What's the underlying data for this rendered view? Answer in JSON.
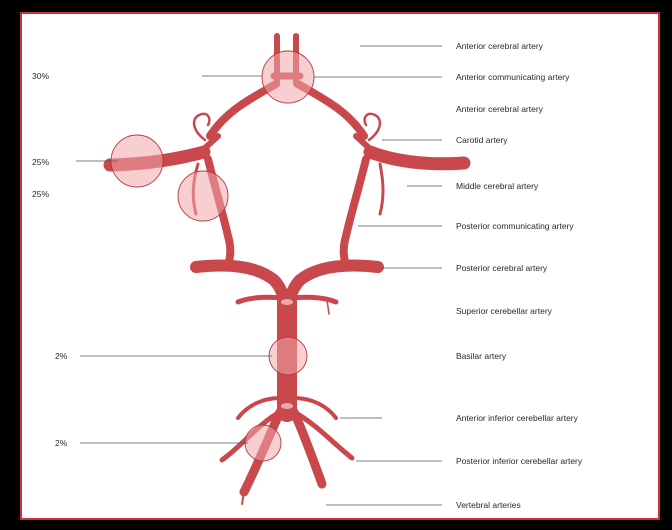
{
  "colors": {
    "vessel": "#c8484c",
    "highlight": "#f1a7ab",
    "border": "#c9323a",
    "background": "#000000"
  },
  "labels": {
    "anterior_cerebral_1": "Anterior cerebral artery",
    "anterior_communicating": "Anterior communicating artery",
    "anterior_cerebral_2": "Anterior cerebral artery",
    "carotid": "Carotid artery",
    "middle_cerebral": "Middle cerebral artery",
    "posterior_communicating": "Posterior communicating artery",
    "posterior_cerebral": "Posterior cerebral artery",
    "superior_cerebellar": "Superior cerebellar artery",
    "basilar": "Basilar artery",
    "anterior_inferior_cerebellar": "Anterior inferior cerebellar artery",
    "posterior_inferior_cerebellar": "Posterior inferior cerebellar artery",
    "vertebral": "Vertebral arteries"
  },
  "percentages": {
    "anterior_communicating": "30%",
    "carotid_middle": "25%",
    "posterior_communicating": "25%",
    "basilar": "2%",
    "vertebral": "2%"
  }
}
